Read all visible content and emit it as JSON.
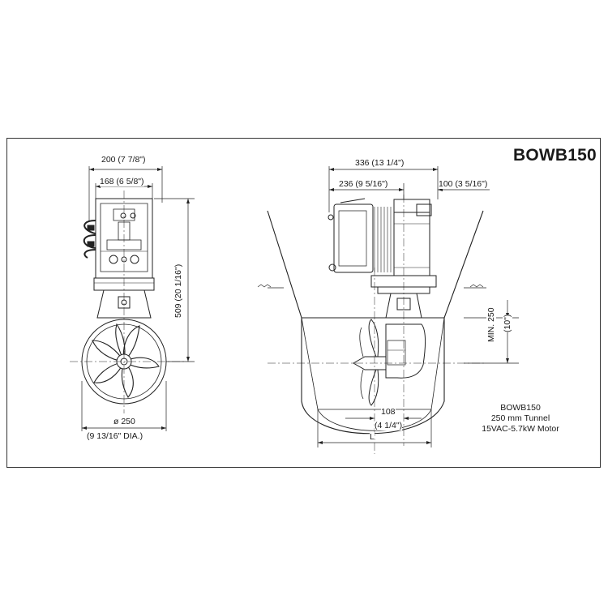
{
  "title": "BOWB150",
  "dimensions": {
    "overall_width": "200 (7 7/8\")",
    "body_width": "168 (6 5/8\")",
    "height": "509 (20 1/16\")",
    "tunnel_dia_mm": "ø 250",
    "tunnel_dia_in": "(9 13/16\" DIA.)",
    "side_length": "336 (13 1/4\")",
    "side_left": "236 (9 5/16\")",
    "side_right": "100 (3 5/16\")",
    "min_depth": "MIN. 250",
    "min_depth_in": "(10\")",
    "offset": "108",
    "offset_in": "(4 1/4\")",
    "length_label": "L"
  },
  "spec": {
    "model": "BOWB150",
    "tunnel": "250 mm Tunnel",
    "motor": "15VAC-5.7kW Motor"
  }
}
